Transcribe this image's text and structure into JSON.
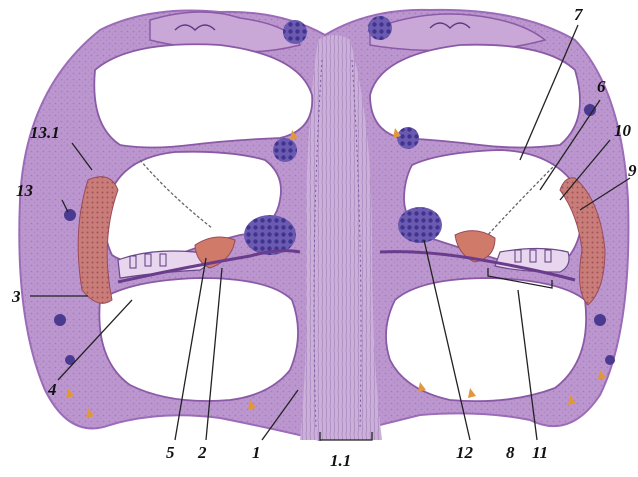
{
  "figure": {
    "description_hidden": "",
    "colors": {
      "tissue": "#b58fc8",
      "tissue_dark": "#8a5aa6",
      "tissue_light": "#d8bfe2",
      "bone_edge": "#9c6cb8",
      "nerve": "#c9a8d4",
      "ganglion": "#5a4aa0",
      "stria": "#c56a6a",
      "lumen": "#ffffff",
      "orange": "#e2973a",
      "label": "#111111",
      "leader": "#222222"
    }
  },
  "labels": [
    {
      "id": "l1",
      "text": "1"
    },
    {
      "id": "l1_1",
      "text": "1.1"
    },
    {
      "id": "l2",
      "text": "2"
    },
    {
      "id": "l3",
      "text": "3"
    },
    {
      "id": "l4",
      "text": "4"
    },
    {
      "id": "l5",
      "text": "5"
    },
    {
      "id": "l6",
      "text": "6"
    },
    {
      "id": "l7",
      "text": "7"
    },
    {
      "id": "l8",
      "text": "8"
    },
    {
      "id": "l9",
      "text": "9"
    },
    {
      "id": "l10",
      "text": "10"
    },
    {
      "id": "l11",
      "text": "11"
    },
    {
      "id": "l12",
      "text": "12"
    },
    {
      "id": "l13",
      "text": "13"
    },
    {
      "id": "l13_1",
      "text": "13.1"
    }
  ]
}
